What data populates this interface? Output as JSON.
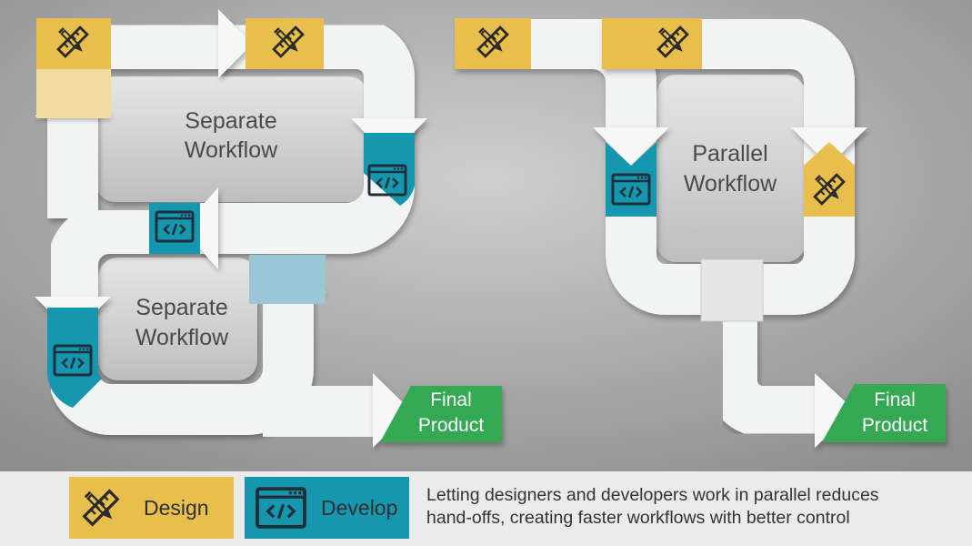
{
  "colors": {
    "design": "#e8bf4d",
    "develop": "#1597b0",
    "final_product": "#34a853",
    "track": "#f1f2f2",
    "panel": "#d2d2d2",
    "legend_bar": "#ebebeb"
  },
  "left_diagram": {
    "top_loop_label": [
      "Separate",
      "Workflow"
    ],
    "bottom_loop_label": [
      "Separate",
      "Workflow"
    ],
    "final_product": [
      "Final",
      "Product"
    ]
  },
  "right_diagram": {
    "loop_label": [
      "Parallel",
      "Workflow"
    ],
    "final_product": [
      "Final",
      "Product"
    ]
  },
  "icons": {
    "design": "pencil-ruler-icon",
    "develop": "code-window-icon"
  },
  "legend": {
    "design_label": "Design",
    "develop_label": "Develop",
    "caption": [
      "Letting designers and developers work in parallel reduces",
      "hand-offs, creating faster workflows with better control"
    ]
  }
}
